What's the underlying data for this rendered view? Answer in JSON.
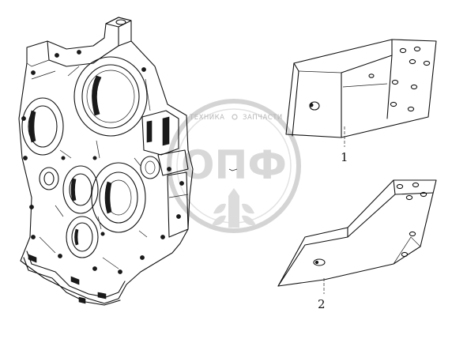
{
  "callouts": {
    "part1": "1",
    "part2": "2"
  },
  "watermark": {
    "top_left": "ТЕХНИКА",
    "top_right": "ЗАПЧАСТИ",
    "logo": "ОПФ"
  },
  "colors": {
    "line": "#111111",
    "watermark": "#d8d8d8"
  }
}
